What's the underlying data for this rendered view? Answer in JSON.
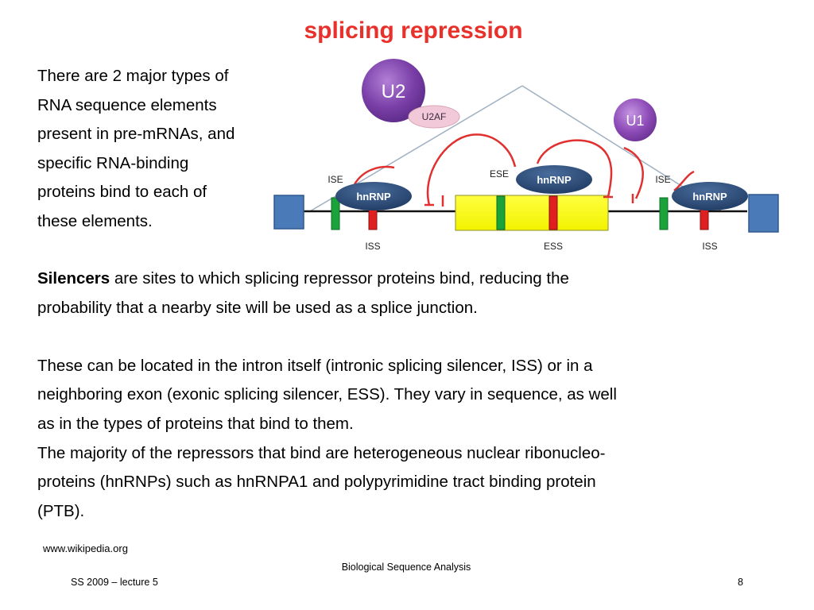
{
  "slide": {
    "title": "splicing repression",
    "intro_lines": [
      "There are 2 major types of",
      "RNA sequence elements",
      "present in pre-mRNAs, and",
      "specific RNA-binding",
      "proteins bind to each of",
      "these elements."
    ],
    "silencers_term": "Silencers",
    "body": {
      "p1_line1_rest": " are sites to which splicing repressor proteins bind, reducing the",
      "p1_line2": "probability that a nearby site will be used as a splice junction.",
      "p2_lines": [
        "These can be located in the intron itself (intronic splicing silencer, ISS) or in a",
        "neighboring exon (exonic splicing silencer, ESS). They vary in sequence, as well",
        "as in the types of proteins that bind to them."
      ],
      "p3_lines": [
        "The majority of the repressors that bind are heterogeneous nuclear ribonucleo-",
        "proteins (hnRNPs) such as hnRNPA1 and polypyrimidine tract binding protein",
        "(PTB)."
      ]
    },
    "source": "www.wikipedia.org",
    "footer": {
      "course": "Biological Sequence Analysis",
      "lecture": "SS 2009 – lecture 5",
      "page": "8"
    }
  },
  "diagram": {
    "labels": {
      "u2": "U2",
      "u2af": "U2AF",
      "u1": "U1",
      "hnrnp_left": "hnRNP",
      "hnrnp_center": "hnRNP",
      "hnrnp_right": "hnRNP",
      "ise_left": "ISE",
      "ese": "ESE",
      "ise_right": "ISE",
      "iss_left": "ISS",
      "ess": "ESS",
      "iss_right": "ISS"
    },
    "colors": {
      "exon_blue": "#4a7ab8",
      "exon_yellow": "#ffff00",
      "enhancer_green": "#1aa33a",
      "silencer_red": "#e02020",
      "repression_arrow": "#e03030",
      "u2_purple": "#7a3fa8",
      "u1_purple": "#8e4cb8",
      "u2af_pink": "#f1c9d8",
      "hnrnp_navy": "#1f3b63"
    }
  }
}
